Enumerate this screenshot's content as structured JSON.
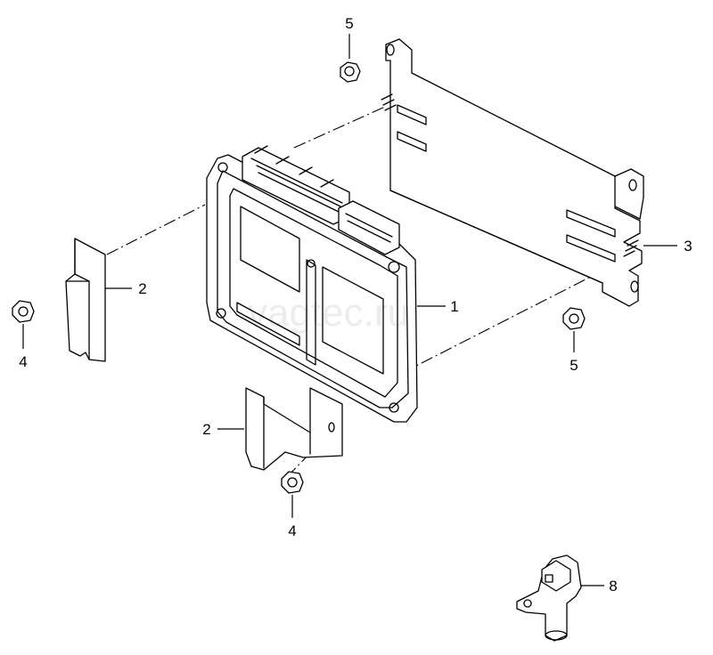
{
  "callouts": {
    "c1": "1",
    "c2a": "2",
    "c2b": "2",
    "c3": "3",
    "c4a": "4",
    "c4b": "4",
    "c5a": "5",
    "c5b": "5",
    "c8": "8"
  },
  "watermark": "vagtec.ru"
}
